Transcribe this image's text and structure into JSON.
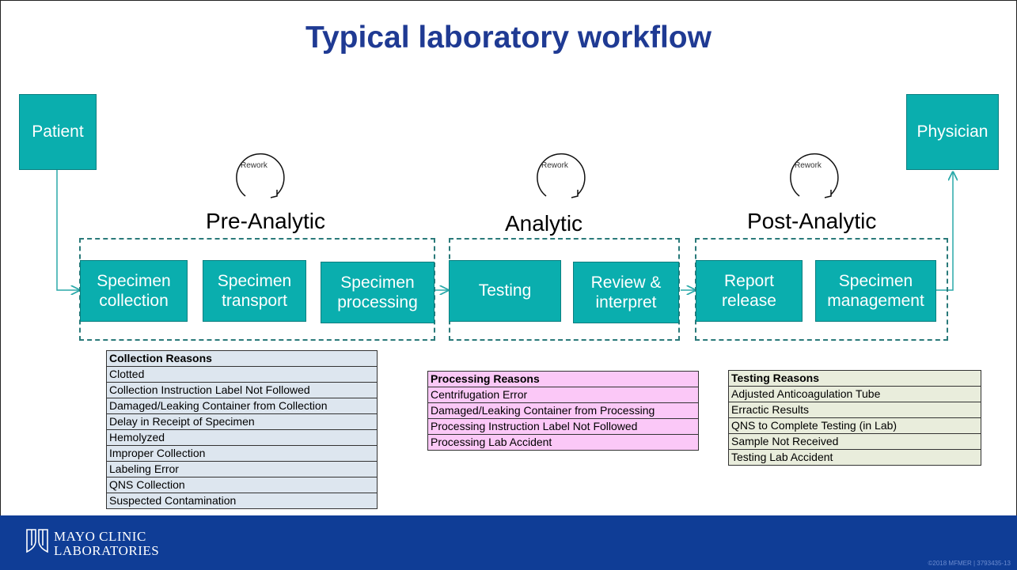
{
  "title": "Typical laboratory workflow",
  "colors": {
    "box": "#0aaeae",
    "title": "#1f3a93",
    "footer": "#0f3d96",
    "collection_table": "#dde6ef",
    "processing_table": "#fbc8f7",
    "testing_table": "#e9eddc"
  },
  "endpoints": {
    "start": "Patient",
    "end": "Physician"
  },
  "phases": {
    "pre": {
      "label": "Pre-Analytic",
      "rework": "Rework",
      "steps": [
        "Specimen collection",
        "Specimen transport",
        "Specimen processing"
      ]
    },
    "analytic": {
      "label": "Analytic",
      "rework": "Rework",
      "steps": [
        "Testing",
        "Review & interpret"
      ]
    },
    "post": {
      "label": "Post-Analytic",
      "rework": "Rework",
      "steps": [
        "Report release",
        "Specimen management"
      ]
    }
  },
  "collection_reasons": {
    "header": "Collection Reasons",
    "items": [
      "Clotted",
      "Collection Instruction Label Not Followed",
      "Damaged/Leaking Container from Collection",
      "Delay in Receipt of Specimen",
      "Hemolyzed",
      "Improper Collection",
      "Labeling Error",
      "QNS Collection",
      "Suspected Contamination"
    ]
  },
  "processing_reasons": {
    "header": "Processing Reasons",
    "items": [
      "Centrifugation Error",
      "Damaged/Leaking Container from Processing",
      "Processing Instruction Label Not Followed",
      "Processing Lab Accident"
    ]
  },
  "testing_reasons": {
    "header": "Testing Reasons",
    "items": [
      "Adjusted Anticoagulation Tube",
      "Erractic Results",
      "QNS to Complete Testing (in Lab)",
      "Sample Not Received",
      "Testing Lab Accident"
    ]
  },
  "footer": {
    "logo_line1": "MAYO CLINIC",
    "logo_line2": "LABORATORIES",
    "logo_icon": "mayo-shields-icon",
    "copyright": "©2018 MFMER  |  3793435-13"
  }
}
